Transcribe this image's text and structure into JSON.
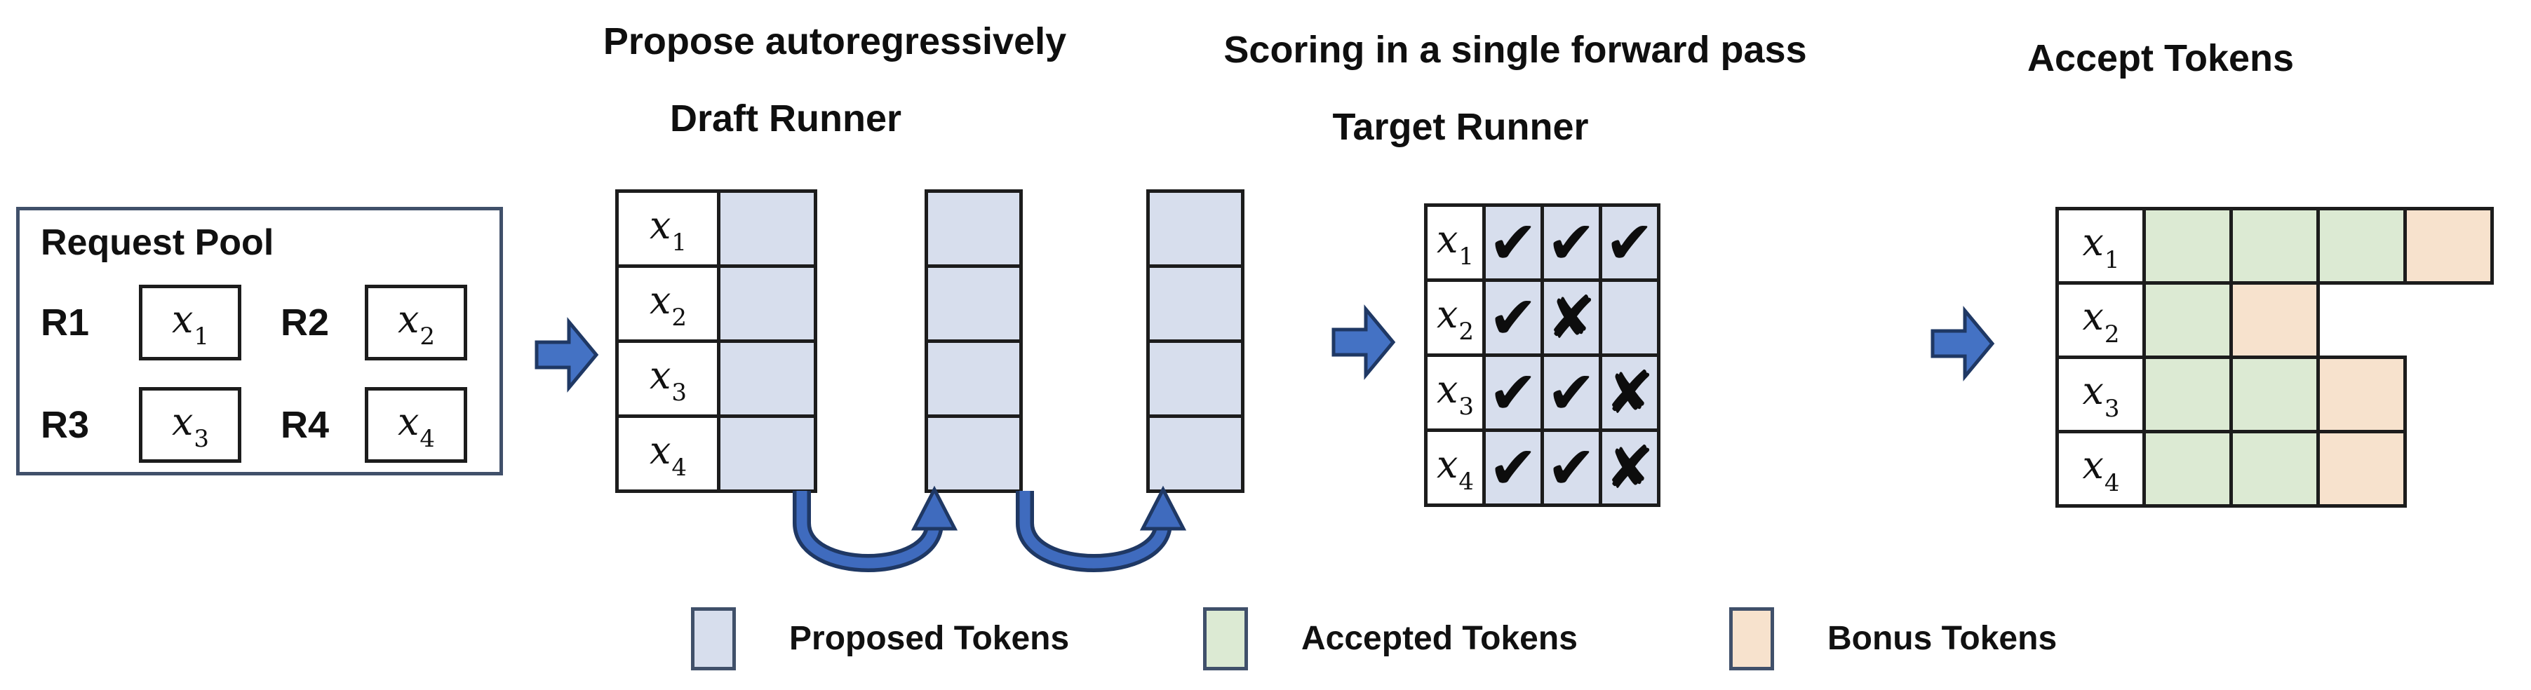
{
  "titles": {
    "propose": "Propose autoregressively",
    "draft_runner": "Draft Runner",
    "scoring": "Scoring in a single forward pass",
    "target_runner": "Target Runner",
    "accept": "Accept Tokens"
  },
  "request_pool": {
    "title": "Request Pool",
    "entries": [
      {
        "id": "R1",
        "token": "x",
        "sub": "1"
      },
      {
        "id": "R2",
        "token": "x",
        "sub": "2"
      },
      {
        "id": "R3",
        "token": "x",
        "sub": "3"
      },
      {
        "id": "R4",
        "token": "x",
        "sub": "4"
      }
    ]
  },
  "draft": {
    "row_labels": [
      {
        "token": "x",
        "sub": "1"
      },
      {
        "token": "x",
        "sub": "2"
      },
      {
        "token": "x",
        "sub": "3"
      },
      {
        "token": "x",
        "sub": "4"
      }
    ],
    "proposal_steps": 3,
    "rows": 4
  },
  "target": {
    "rows": [
      {
        "label": {
          "token": "x",
          "sub": "1"
        },
        "marks": [
          "check",
          "check",
          "check"
        ]
      },
      {
        "label": {
          "token": "x",
          "sub": "2"
        },
        "marks": [
          "check",
          "cross",
          "blank"
        ]
      },
      {
        "label": {
          "token": "x",
          "sub": "3"
        },
        "marks": [
          "check",
          "check",
          "cross"
        ]
      },
      {
        "label": {
          "token": "x",
          "sub": "4"
        },
        "marks": [
          "check",
          "check",
          "cross"
        ]
      }
    ]
  },
  "accept": {
    "rows": [
      {
        "label": {
          "token": "x",
          "sub": "1"
        },
        "cells": [
          "accepted",
          "accepted",
          "accepted",
          "bonus"
        ]
      },
      {
        "label": {
          "token": "x",
          "sub": "2"
        },
        "cells": [
          "accepted",
          "bonus"
        ]
      },
      {
        "label": {
          "token": "x",
          "sub": "3"
        },
        "cells": [
          "accepted",
          "accepted",
          "bonus"
        ]
      },
      {
        "label": {
          "token": "x",
          "sub": "4"
        },
        "cells": [
          "accepted",
          "accepted",
          "bonus"
        ]
      }
    ]
  },
  "legend": [
    {
      "name": "proposed",
      "label": "Proposed Tokens",
      "color": "#D7DEED"
    },
    {
      "name": "accepted",
      "label": "Accepted Tokens",
      "color": "#DCEAD3"
    },
    {
      "name": "bonus",
      "label": "Bonus Tokens",
      "color": "#F7E2CD"
    }
  ],
  "glyphs": {
    "check": "✔",
    "cross": "✘",
    "blank": ""
  },
  "colors": {
    "proposed": "#D7DEED",
    "accepted": "#DCEAD3",
    "bonus": "#F7E2CD",
    "arrow_fill": "#4472C4",
    "arrow_outline": "#1F3864",
    "cell_border": "#1C1C1C"
  }
}
